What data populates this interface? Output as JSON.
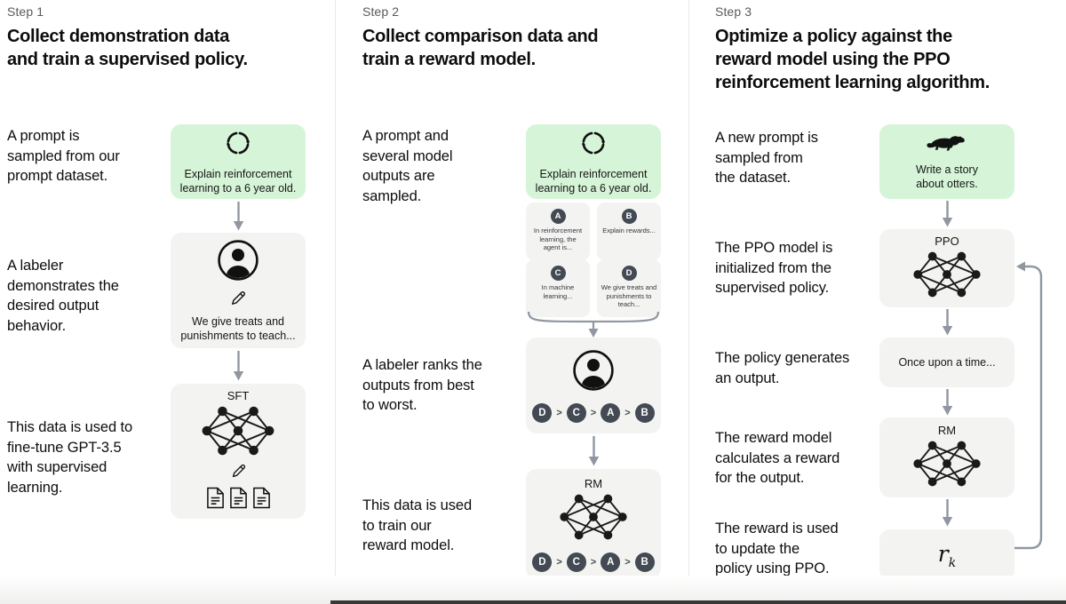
{
  "colors": {
    "prompt_box_bg": "#d6f4d7",
    "node_box_bg": "#f3f3f1",
    "badge_bg": "#434a54",
    "arrow": "#9097a1",
    "text": "#0d0d0d",
    "step_label": "#595959"
  },
  "icons": {
    "prompt_sampling": "cycle-icon",
    "labeler": "person-icon",
    "writing": "pencil-icon",
    "model": "neural-network-icon",
    "demonstrations": "document-icon",
    "otter_prompt": "otter-icon",
    "flow": "arrow-down-icon",
    "merge": "merge-bracket-icon",
    "feedback": "loop-arrow-icon"
  },
  "step1": {
    "label": "Step 1",
    "title": [
      "Collect demonstration data",
      "and train a supervised policy."
    ],
    "texts": {
      "prompt": [
        "A prompt is",
        "sampled from our",
        "prompt dataset."
      ],
      "labeler": [
        "A labeler",
        "demonstrates the",
        "desired output",
        "behavior."
      ],
      "data": [
        "This data is used to",
        "fine-tune GPT-3.5",
        "with supervised",
        "learning."
      ]
    },
    "prompt_box_caption": [
      "Explain reinforcement",
      "learning to a 6 year old."
    ],
    "labeler_box_caption": [
      "We give treats and",
      "punishments to teach..."
    ],
    "model_label": "SFT"
  },
  "step2": {
    "label": "Step 2",
    "title": [
      "Collect comparison data and",
      "train a reward model."
    ],
    "texts": {
      "prompt": [
        "A prompt and",
        "several model",
        "outputs are",
        "sampled."
      ],
      "labeler": [
        "A labeler ranks the",
        "outputs from best",
        "to worst."
      ],
      "data": [
        "This data is used",
        "to train our",
        "reward model."
      ]
    },
    "prompt_box_caption": [
      "Explain reinforcement",
      "learning to a 6 year old."
    ],
    "outputs": [
      {
        "id": "A",
        "text": [
          "In reinforcement",
          "learning, the",
          "agent is..."
        ]
      },
      {
        "id": "B",
        "text": [
          "Explain rewards..."
        ]
      },
      {
        "id": "C",
        "text": [
          "In machine",
          "learning..."
        ]
      },
      {
        "id": "D",
        "text": [
          "We give treats and",
          "punishments to",
          "teach..."
        ]
      }
    ],
    "ranking": [
      "D",
      "C",
      "A",
      "B"
    ],
    "rank_separator": ">",
    "model_label": "RM"
  },
  "step3": {
    "label": "Step 3",
    "title": [
      "Optimize a policy against the",
      "reward model using the PPO",
      "reinforcement learning algorithm."
    ],
    "texts": {
      "prompt": [
        "A new prompt is",
        "sampled from",
        "the dataset."
      ],
      "init": [
        "The PPO model is",
        "initialized from the",
        "supervised policy."
      ],
      "output": [
        "The policy generates",
        "an output."
      ],
      "reward": [
        "The reward model",
        "calculates a reward",
        "for the output."
      ],
      "update": [
        "The reward is used",
        "to update the",
        "policy using PPO."
      ]
    },
    "prompt_box_caption": [
      "Write a story",
      "about otters."
    ],
    "ppo_label": "PPO",
    "output_box_caption": "Once upon a time...",
    "rm_label": "RM",
    "reward_symbol": "r",
    "reward_subscript": "k"
  }
}
